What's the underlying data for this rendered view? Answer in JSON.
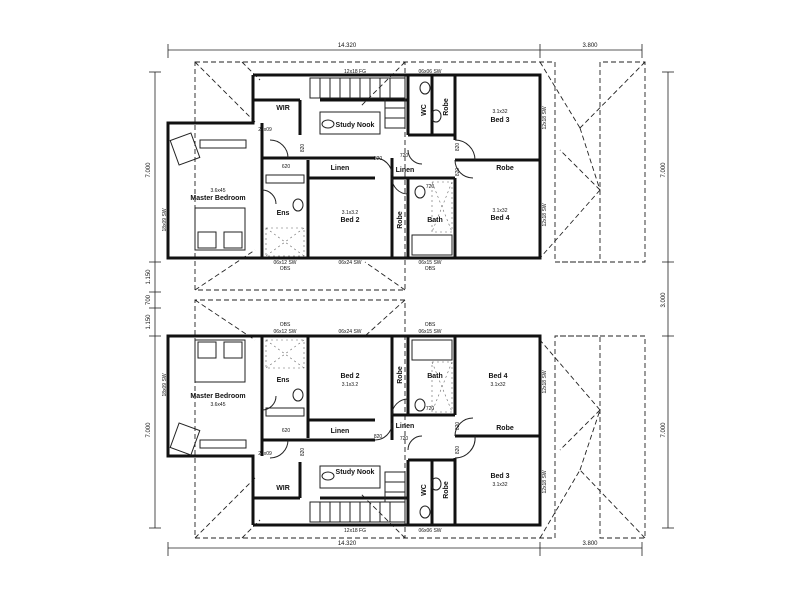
{
  "dimensions": {
    "overall_length": "14.320",
    "overhang": "3.800",
    "depth": "7.000",
    "gap": "3.000",
    "gap_seg_a": "1.150",
    "gap_seg_b": "700",
    "gap_seg_c": "1.150"
  },
  "units": {
    "upper": {
      "rooms": {
        "wir": "WIR",
        "study": "Study Nook",
        "master": "Master Bedroom",
        "master_size": "3.6x45",
        "ens": "Ens",
        "linen1": "Linen",
        "linen2": "Linen",
        "bed2": "Bed 2",
        "bed2_size": "3.1x3.2",
        "robe_bed2": "Robe",
        "bath": "Bath",
        "wc": "WC",
        "robe_bed3": "Robe",
        "bed3": "Bed 3",
        "bed3_size": "3.1x32",
        "robe_bed4": "Robe",
        "bed4": "Bed 4",
        "bed4_size": "3.1x32"
      },
      "labels": {
        "stair": "12x18 FG",
        "win_wc": "06x06 SW",
        "wir_size": "21x09",
        "win_master": "18x09 SW",
        "win_ens": "06x12 SW",
        "obs1": "OBS",
        "win_bed2": "06x24 SW",
        "win_bath": "06x15 SW",
        "obs2": "OBS",
        "win_bed3": "12x18 SW",
        "win_bed4": "12x18 SW",
        "d820a": "820",
        "d820b": "820",
        "d820c": "820",
        "d820d": "820",
        "d720a": "720",
        "d720b": "720",
        "d620": "620"
      }
    },
    "lower": {
      "rooms": {
        "wir": "WIR",
        "study": "Study Nook",
        "master": "Master Bedroom",
        "master_size": "3.6x45",
        "ens": "Ens",
        "linen1": "Linen",
        "linen2": "Linen",
        "bed2": "Bed 2",
        "bed2_size": "3.1x3.2",
        "robe_bed2": "Robe",
        "bath": "Bath",
        "wc": "WC",
        "robe_bed3": "Robe",
        "bed3": "Bed 3",
        "bed3_size": "3.1x32",
        "robe_bed4": "Robe",
        "bed4": "Bed 4",
        "bed4_size": "3.1x32"
      },
      "labels": {
        "stair": "12x18 FG",
        "win_wc": "06x06 SW",
        "wir_size": "21x09",
        "win_master": "18x09 SW",
        "win_ens": "06x12 SW",
        "obs1": "OBS",
        "win_bed2": "06x24 SW",
        "win_bath": "06x15 SW",
        "obs2": "OBS",
        "win_bed3": "12x18 SW",
        "win_bed4": "12x18 SW",
        "d820a": "820",
        "d820b": "820",
        "d820c": "820",
        "d820d": "820",
        "d720a": "720",
        "d720b": "720",
        "d620": "620"
      }
    }
  }
}
